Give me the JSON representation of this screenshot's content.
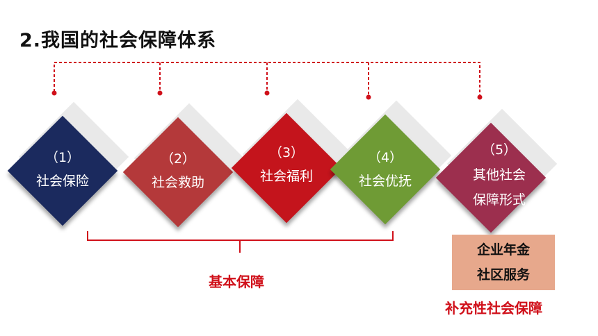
{
  "title": "2.我国的社会保障体系",
  "items": [
    {
      "num": "（1）",
      "name": "社会保险",
      "color": "#1b2a5e"
    },
    {
      "num": "（2）",
      "name": "社会救助",
      "color": "#b4393a"
    },
    {
      "num": "（3）",
      "name": "社会福利",
      "color": "#c4141c"
    },
    {
      "num": "（4）",
      "name": "社会优抚",
      "color": "#6f9b35"
    },
    {
      "num": "（5）",
      "name_line1": "其他社会",
      "name_line2": "保障形式",
      "color": "#9c2f4e"
    }
  ],
  "supplement_box": {
    "line1": "企业年金",
    "line2": "社区服务"
  },
  "labels": {
    "basic": "基本保障",
    "supplementary": "补充性社会保障"
  },
  "colors": {
    "accent_red": "#d0101a",
    "box_fill": "#e7a88c"
  }
}
